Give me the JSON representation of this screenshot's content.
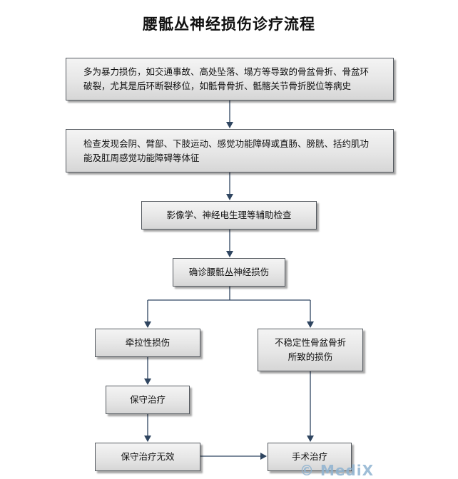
{
  "title": "腰骶丛神经损伤诊疗流程",
  "nodes": {
    "history": "多为暴力损伤，如交通事故、高处坠落、塌方等导致的骨盆骨折、骨盆环破裂，尤其是后环断裂移位，如骶骨骨折、骶髂关节骨折脱位等病史",
    "exam": "检查发现会阴、臂部、下肢运动、感觉功能障碍或直肠、膀胱、括约肌功能及肛周感觉功能障碍等体征",
    "imaging": "影像学、神经电生理等辅助检查",
    "diagnosis": "确诊腰骶丛神经损伤",
    "traction": "牵拉性损伤",
    "unstable": "不稳定性骨盆骨折所致的损伤",
    "conservative": "保守治疗",
    "conservative_fail": "保守治疗无效",
    "surgery": "手术治疗"
  },
  "watermark": "© MediX"
}
